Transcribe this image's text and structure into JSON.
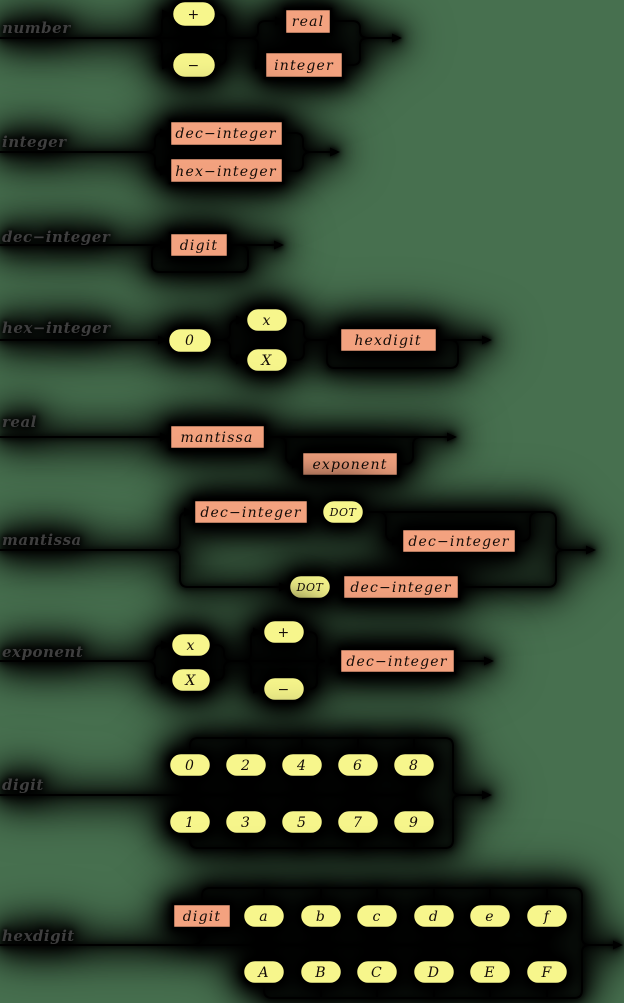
{
  "palette": {
    "background": "#47704f",
    "terminal_fill": "#f7f68c",
    "nonterminal_fill": "#f3a27f",
    "line": "#000000",
    "rule_label": "#3f3f3f"
  },
  "rules": [
    {
      "name": "number",
      "terminals": [
        "+",
        "−"
      ],
      "nonterminals": [
        "real",
        "integer"
      ]
    },
    {
      "name": "integer",
      "terminals": [],
      "nonterminals": [
        "dec−integer",
        "hex−integer"
      ]
    },
    {
      "name": "dec−integer",
      "terminals": [],
      "nonterminals": [
        "digit"
      ]
    },
    {
      "name": "hex−integer",
      "terminals": [
        "0",
        "x",
        "X"
      ],
      "nonterminals": [
        "hexdigit"
      ]
    },
    {
      "name": "real",
      "terminals": [],
      "nonterminals": [
        "mantissa",
        "exponent"
      ]
    },
    {
      "name": "mantissa",
      "terminals": [
        "DOT",
        "DOT"
      ],
      "nonterminals": [
        "dec−integer",
        "dec−integer",
        "dec−integer"
      ]
    },
    {
      "name": "exponent",
      "terminals": [
        "x",
        "X",
        "+",
        "−"
      ],
      "nonterminals": [
        "dec−integer"
      ]
    },
    {
      "name": "digit",
      "terminals": [
        "0",
        "2",
        "4",
        "6",
        "8",
        "1",
        "3",
        "5",
        "7",
        "9"
      ],
      "nonterminals": []
    },
    {
      "name": "hexdigit",
      "terminals": [
        "a",
        "b",
        "c",
        "d",
        "e",
        "f",
        "A",
        "B",
        "C",
        "D",
        "E",
        "F"
      ],
      "nonterminals": [
        "digit"
      ]
    }
  ]
}
